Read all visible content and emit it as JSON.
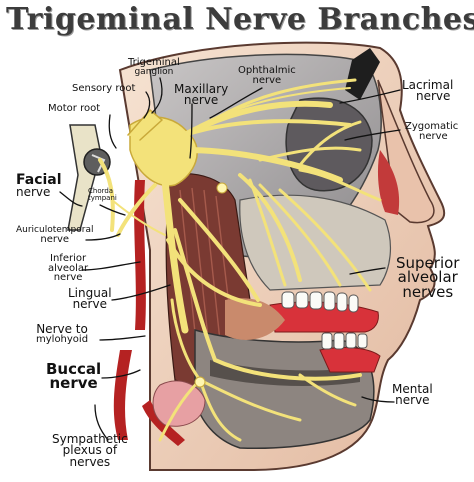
{
  "title": "Trigeminal Nerve Branches",
  "labels": {
    "trigeminal_ganglion": [
      "Trigeminal",
      "ganglion"
    ],
    "ophthalmic_nerve": [
      "Ophthalmic",
      "nerve"
    ],
    "sensory_root": "Sensory root",
    "maxillary_nerve": [
      "Maxillary",
      "nerve"
    ],
    "lacrimal_nerve": [
      "Lacrimal",
      "nerve"
    ],
    "motor_root": "Motor root",
    "zygomatic_nerve": [
      "Zygomatic",
      "nerve"
    ],
    "facial_nerve": [
      "Facial",
      "nerve"
    ],
    "chorda_tympani": [
      "Chorda",
      "tympani"
    ],
    "auriculotemporal_nerve": [
      "Auriculotemporal",
      "nerve"
    ],
    "inferior_alveolar_nerve": [
      "Inferior",
      "alveolar",
      "nerve"
    ],
    "superior_alveolar_nerves": [
      "Superior",
      "alveolar",
      "nerves"
    ],
    "lingual_nerve": [
      "Lingual",
      "nerve"
    ],
    "nerve_to_mylohyoid": [
      "Nerve to",
      "mylohyoid"
    ],
    "buccal_nerve": [
      "Buccal",
      "nerve"
    ],
    "mental_nerve": [
      "Mental",
      "nerve"
    ],
    "sympathetic_plexus": [
      "Sympathetic",
      "plexus of",
      "nerves"
    ]
  },
  "colors": {
    "nerve": "#f3e27a",
    "nerve_outline": "#c9a93a",
    "skin": "#f1d9c4",
    "bone": "#d9d2c4",
    "muscle": "#8b3a30",
    "artery": "#b52222",
    "lips": "#d8323a",
    "background": "#ffffff"
  }
}
